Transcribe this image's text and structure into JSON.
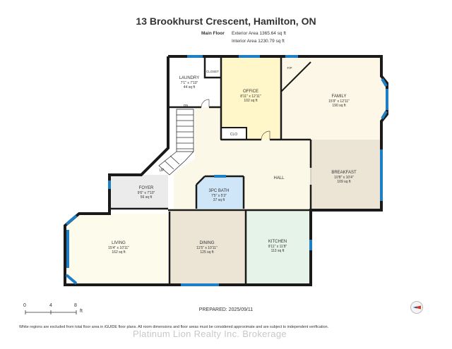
{
  "title": "13 Brookhurst Crescent, Hamilton, ON",
  "floor": {
    "name": "Main Floor",
    "exterior_area": "Exterior Area 1365.64 sq ft",
    "interior_area": "Interior Area 1230.79 sq ft"
  },
  "rooms": {
    "laundry": {
      "name": "LAUNDRY",
      "dims": "7'1\" x 7'10\"",
      "area": "44 sq ft"
    },
    "closet": {
      "name": "CLOSET"
    },
    "office": {
      "name": "OFFICE",
      "dims": "8'11\" x 12'11\"",
      "area": "102 sq ft"
    },
    "family": {
      "name": "FAMILY",
      "dims": "15'9\" x 12'11\"",
      "area": "190 sq ft"
    },
    "fp": {
      "name": "F/P"
    },
    "clo": {
      "name": "CLO"
    },
    "dn": {
      "name": "DN"
    },
    "up": {
      "name": "UP"
    },
    "hall": {
      "name": "HALL"
    },
    "breakfast": {
      "name": "BREAKFAST",
      "dims": "10'8\" x 10'4\"",
      "area": "109 sq ft"
    },
    "foyer": {
      "name": "FOYER",
      "dims": "9'6\" x 7'10\"",
      "area": "56 sq ft"
    },
    "bath": {
      "name": "3PC BATH",
      "dims": "7'5\" x 5'3\"",
      "area": "37 sq ft"
    },
    "living": {
      "name": "LIVING",
      "dims": "15'4\" x 10'11\"",
      "area": "162 sq ft"
    },
    "dining": {
      "name": "DINING",
      "dims": "11'5\" x 10'11\"",
      "area": "125 sq ft"
    },
    "kitchen": {
      "name": "KITCHEN",
      "dims": "9'11\" x 11'8\"",
      "area": "113 sq ft"
    }
  },
  "colors": {
    "wall": "#1a1a1a",
    "window": "#1f7fc4",
    "white_room": "#ffffff",
    "office": "#fff6c9",
    "family": "#fcf7e6",
    "hall": "#fcf8e8",
    "breakfast": "#ece5d6",
    "foyer": "#ebebeb",
    "bath": "#cfe6f8",
    "living": "#fdfbec",
    "dining": "#ece5d6",
    "kitchen": "#e6f3e8"
  },
  "scale": {
    "ticks": [
      "0",
      "4",
      "8"
    ],
    "unit": "ft"
  },
  "prepared": "PREPARED: 2025/09/11",
  "disclaimer": "White regions are excluded from total floor area in iGUIDE floor plans. All room dimensions and floor areas must be considered approximate and are subject to independent verification.",
  "watermark": "Platinum Lion Realty Inc. Brokerage"
}
